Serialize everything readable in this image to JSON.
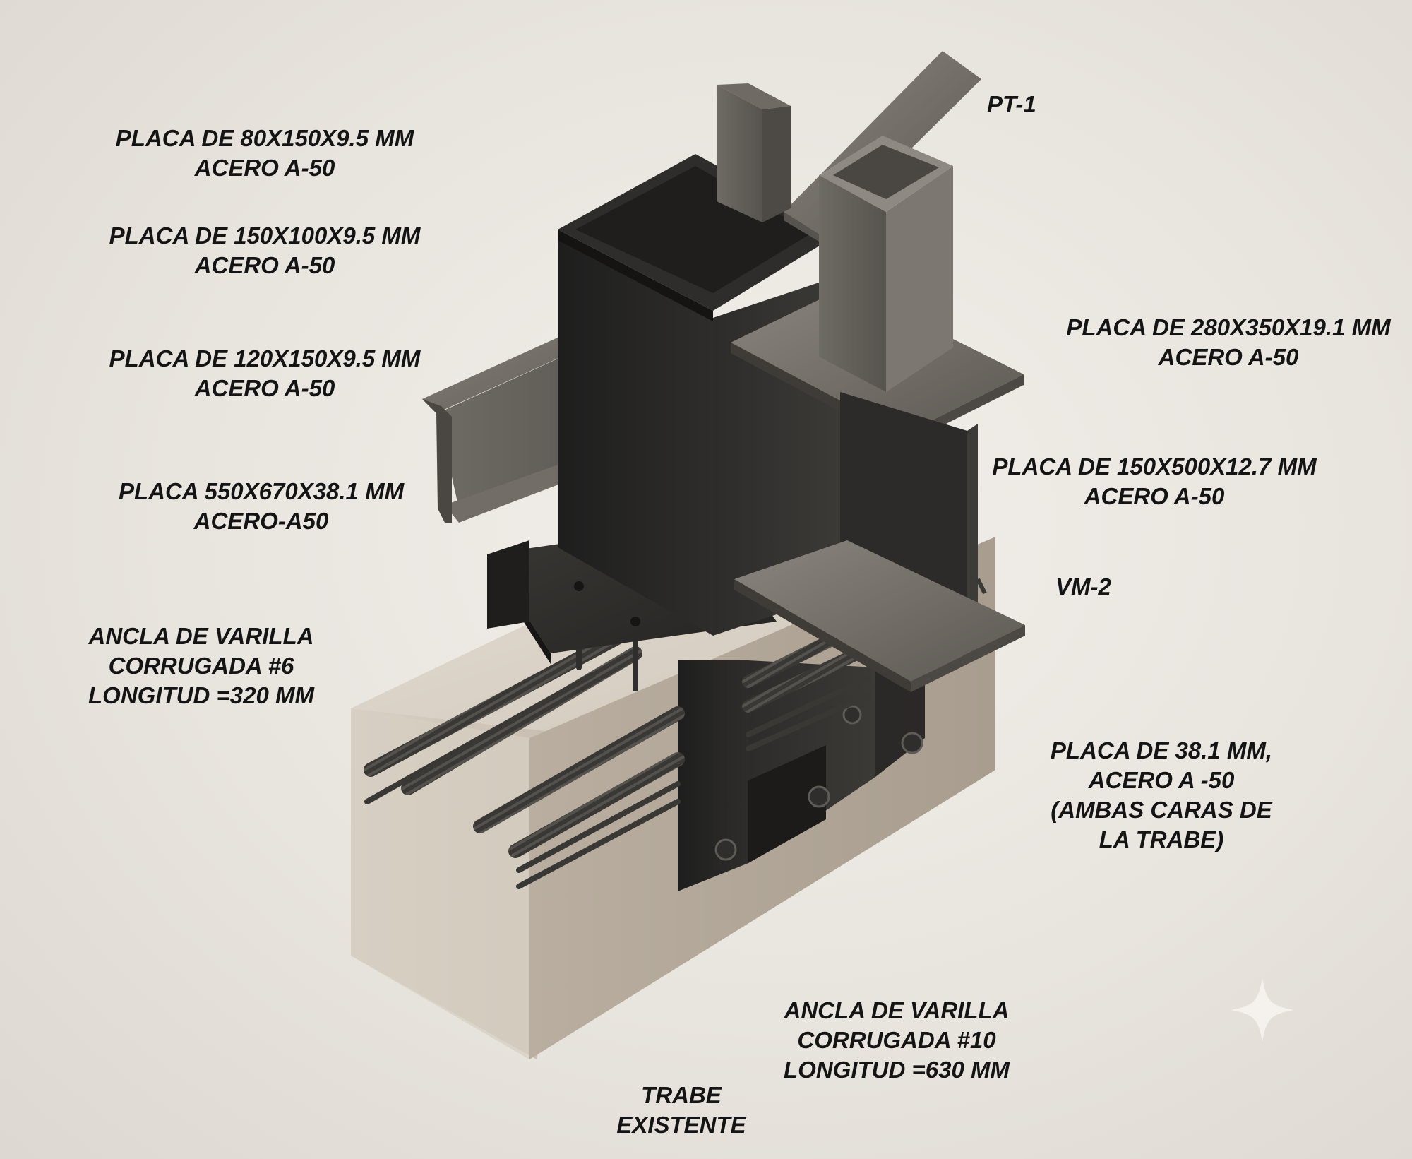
{
  "labels": {
    "pt1": [
      "PT-1"
    ],
    "placa_80x150": [
      "PLACA DE 80X150X9.5 MM",
      "ACERO A-50"
    ],
    "placa_150x100": [
      "PLACA DE 150X100X9.5 MM",
      "ACERO A-50"
    ],
    "placa_120x150": [
      "PLACA DE 120X150X9.5 MM",
      "ACERO A-50"
    ],
    "placa_550x670": [
      "PLACA 550X670X38.1 MM",
      "ACERO-A50"
    ],
    "placa_280x350": [
      "PLACA DE 280X350X19.1 MM",
      "ACERO A-50"
    ],
    "placa_150x500": [
      "PLACA DE 150X500X12.7 MM",
      "ACERO A-50"
    ],
    "vm2": [
      "VM-2"
    ],
    "ancla_6": [
      "ANCLA DE VARILLA",
      "CORRUGADA #6",
      "LONGITUD =320 MM"
    ],
    "placa_38": [
      "PLACA DE 38.1 MM,",
      "ACERO A -50",
      "(AMBAS CARAS DE",
      "LA TRABE)"
    ],
    "ancla_10": [
      "ANCLA DE VARILLA",
      "CORRUGADA #10",
      "LONGITUD =630 MM"
    ],
    "trabe": [
      "TRABE",
      "EXISTENTE"
    ]
  },
  "colors": {
    "background": "#e8e4de",
    "steel_dark": "#2b2b2b",
    "steel_light": "#6e6a65",
    "concrete": "#cfc6ba",
    "text": "#141414"
  },
  "icons": [
    "sparkle-icon"
  ]
}
